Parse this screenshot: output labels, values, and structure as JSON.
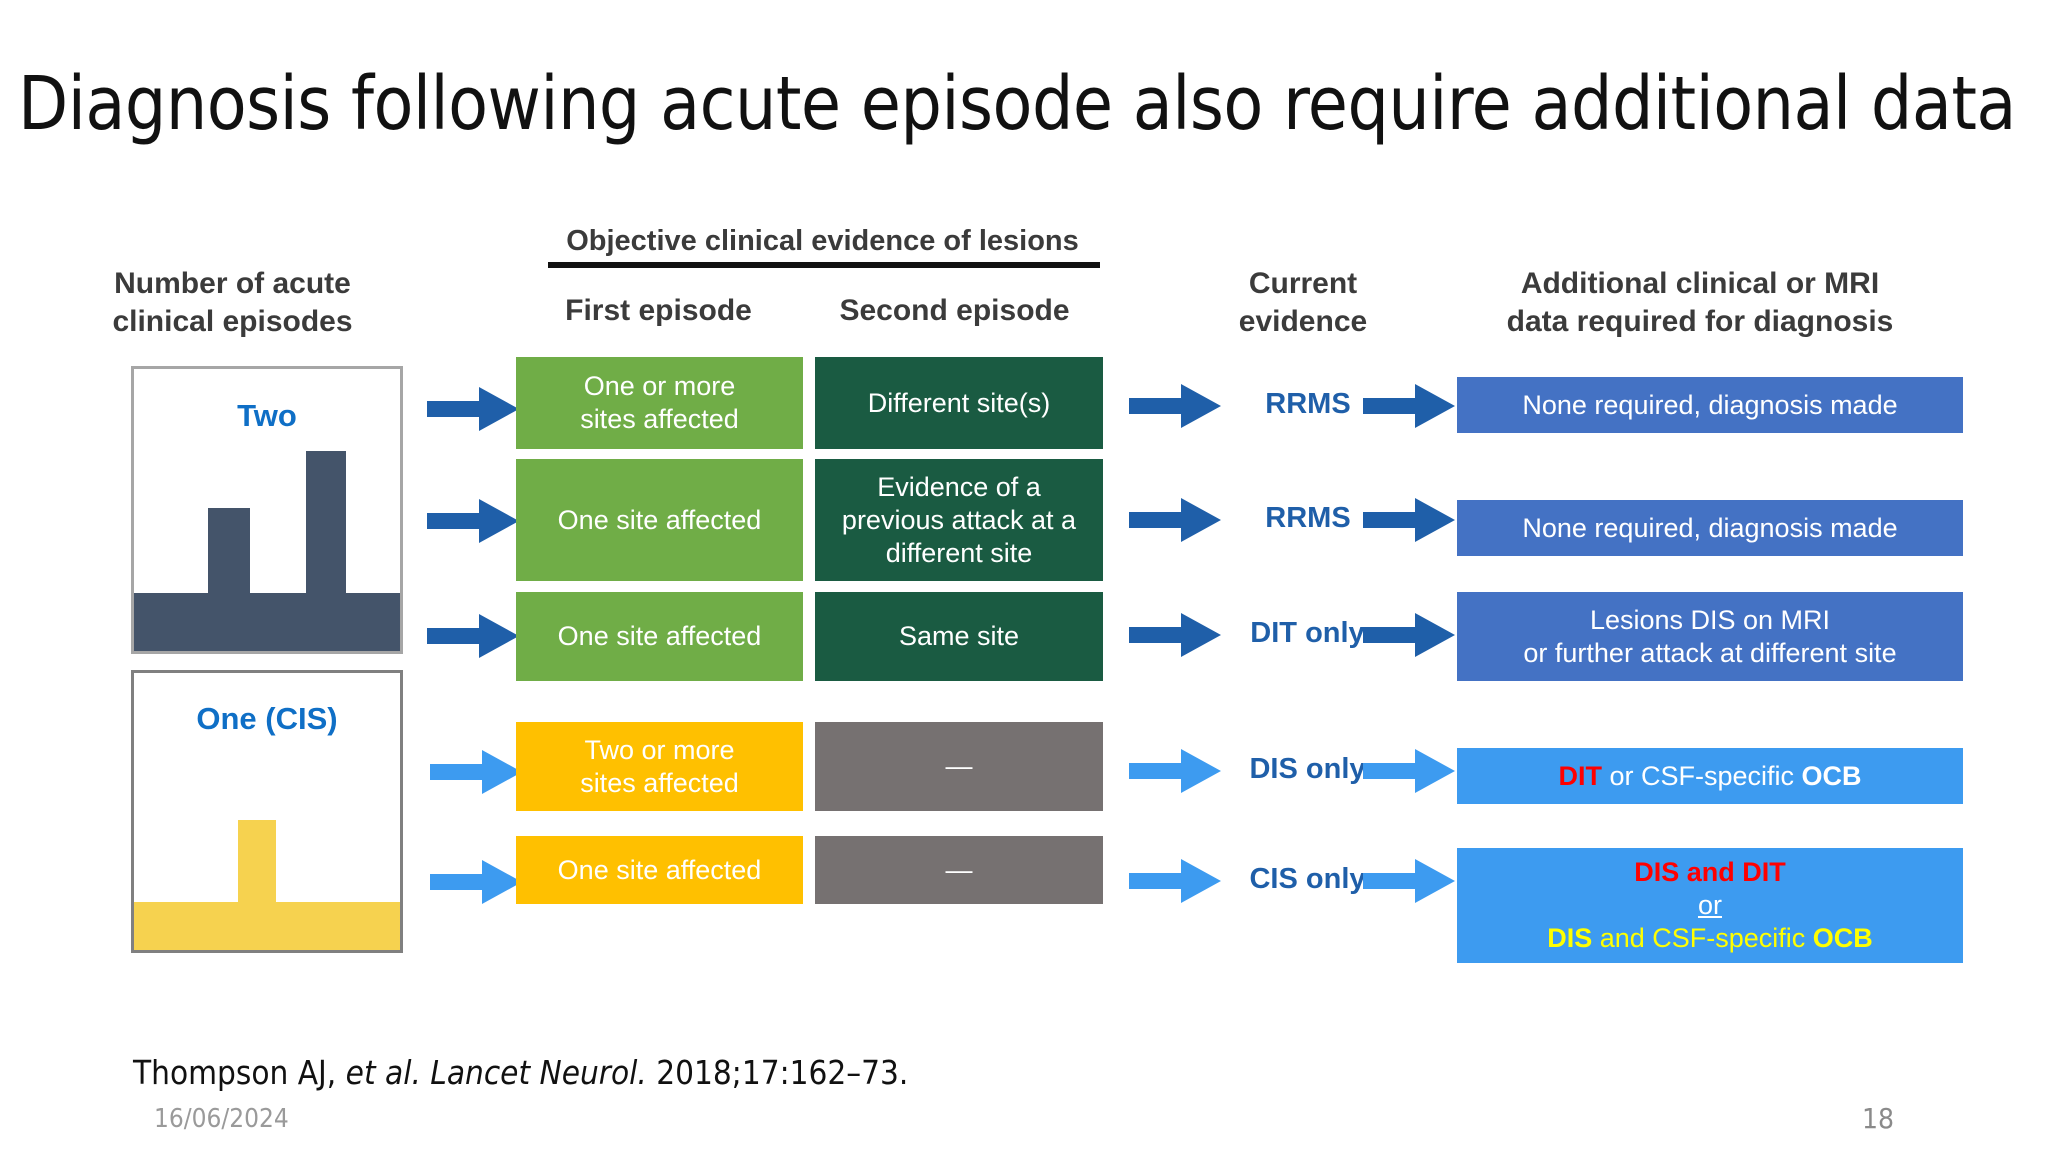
{
  "slide": {
    "title": "Diagnosis following acute episode also require additional data",
    "page_number": "18",
    "date": "16/06/2024",
    "citation_prefix": "Thompson AJ, ",
    "citation_italic": "et al. Lancet Neurol.",
    "citation_suffix": " 2018;17:162–73."
  },
  "headers": {
    "episodes": "Number of acute\nclinical episodes",
    "episodes_line1": "Number of acute",
    "episodes_line2": "clinical episodes",
    "objective": "Objective clinical evidence of lesions",
    "first_episode": "First episode",
    "second_episode": "Second episode",
    "current_line1": "Current",
    "current_line2": "evidence",
    "additional_line1": "Additional clinical or MRI",
    "additional_line2": "data required for diagnosis"
  },
  "panels": [
    {
      "label": "Two",
      "color": "#44546A",
      "border": "#a6a6a6"
    },
    {
      "label": "One (CIS)",
      "color": "#F6D24F",
      "border": "#808080"
    }
  ],
  "rows": [
    {
      "first_episode": "One or more\nsites affected",
      "first_line1": "One or more",
      "first_line2": "sites affected",
      "second_episode": "Different site(s)",
      "current_evidence": "RRMS",
      "additional": "None required, diagnosis made",
      "first_color": "#70AD47",
      "second_color": "#1A5B42",
      "result_color": "#4472C4",
      "arrow_color": "#1F5FA9"
    },
    {
      "first_episode": "One site affected",
      "second_episode": "Evidence of a\nprevious attack at a\ndifferent site",
      "second_line1": "Evidence of a",
      "second_line2": "previous attack at a",
      "second_line3": "different site",
      "current_evidence": "RRMS",
      "additional": "None required, diagnosis made",
      "first_color": "#70AD47",
      "second_color": "#1A5B42",
      "result_color": "#4472C4",
      "arrow_color": "#1F5FA9"
    },
    {
      "first_episode": "One site affected",
      "second_episode": "Same site",
      "current_evidence": "DIT only",
      "additional": "Lesions DIS on MRI\nor further attack at different site",
      "additional_line1": "Lesions DIS on MRI",
      "additional_line2": "or further attack at different site",
      "first_color": "#70AD47",
      "second_color": "#1A5B42",
      "result_color": "#4472C4",
      "arrow_color": "#1F5FA9"
    },
    {
      "first_episode": "Two or more\nsites affected",
      "first_line1": "Two or more",
      "first_line2": "sites affected",
      "second_episode": "—",
      "current_evidence": "DIS only",
      "additional": "DIT or CSF-specific OCB",
      "additional_parts": [
        {
          "text": "DIT",
          "style": "red"
        },
        {
          "text": " or CSF-specific ",
          "style": "plain"
        },
        {
          "text": "OCB",
          "style": "white-bold"
        }
      ],
      "first_color": "#FFC000",
      "second_color": "#767171",
      "result_color": "#3D9BF0",
      "arrow_color": "#3D9BF0"
    },
    {
      "first_episode": "One site affected",
      "second_episode": "—",
      "current_evidence": "CIS only",
      "additional": "DIS and DIT or DIS and CSF-specific OCB",
      "additional_parts": [
        {
          "text": "DIS",
          "style": "red"
        },
        {
          "text": " and ",
          "style": "red"
        },
        {
          "text": "DIT",
          "style": "red"
        },
        {
          "text": "or",
          "style": "white-underline"
        },
        {
          "text": "DIS",
          "style": "yellow"
        },
        {
          "text": " and CSF-specific ",
          "style": "yellow"
        },
        {
          "text": "OCB",
          "style": "yellow"
        }
      ],
      "first_color": "#FFC000",
      "second_color": "#767171",
      "result_color": "#3D9BF0",
      "arrow_color": "#3D9BF0"
    }
  ],
  "colors": {
    "green": "#70AD47",
    "dark_green": "#1A5B42",
    "amber": "#FFC000",
    "gray": "#767171",
    "blue": "#4472C4",
    "light_blue": "#3D9BF0",
    "arrow_dark": "#1F5FA9",
    "slate": "#44546A",
    "yellow_bar": "#F6D24F",
    "red_text": "#FF0000",
    "yellow_text": "#FFFF00"
  }
}
